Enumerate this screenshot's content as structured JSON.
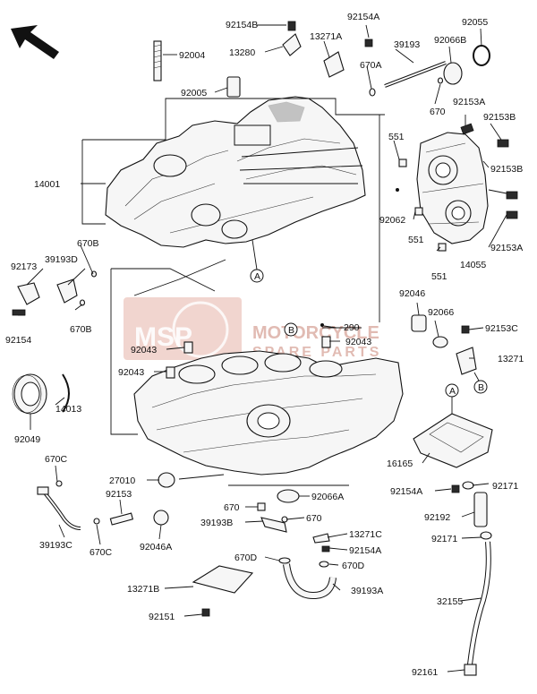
{
  "watermark": {
    "brand": "MSP",
    "line1": "MOTORCYCLE",
    "line2": "SPARE PARTS",
    "color": "#d8a59a"
  },
  "markers": {
    "A": "A",
    "B": "B"
  },
  "labels": {
    "p92154B_top": "92154B",
    "p92154A_top": "92154A",
    "p92055": "92055",
    "p13271A": "13271A",
    "p92004": "92004",
    "p13280": "13280",
    "p39193": "39193",
    "p92066B": "92066B",
    "p670A": "670A",
    "p92005": "92005",
    "p670_top": "670",
    "p92153A_top": "92153A",
    "p92153B_top": "92153B",
    "p551_top": "551",
    "p14001": "14001",
    "p92153B_mid": "92153B",
    "p92062": "92062",
    "p551_mid": "551",
    "p92153A_mid": "92153A",
    "p14055": "14055",
    "p551_bot": "551",
    "p670B_top": "670B",
    "p92173": "92173",
    "p39193D": "39193D",
    "p92154": "92154",
    "p670B_bot": "670B",
    "p92046": "92046",
    "p92066": "92066",
    "p290": "290",
    "p92043_r": "92043",
    "p92153C": "92153C",
    "p92043_l1": "92043",
    "p92043_l2": "92043",
    "p13271": "13271",
    "p14013": "14013",
    "p92049": "92049",
    "p16165": "16165",
    "p670C_top": "670C",
    "p27010": "27010",
    "p92154A_bot": "92154A",
    "p92171_top": "92171",
    "p92153": "92153",
    "p92066A": "92066A",
    "p670_mid": "670",
    "p39193B": "39193B",
    "p670_mid2": "670",
    "p92192": "92192",
    "p39193C": "39193C",
    "p670C_bot": "670C",
    "p92046A": "92046A",
    "p13271C": "13271C",
    "p92154A_mid": "92154A",
    "p92171_bot": "92171",
    "p670D_l": "670D",
    "p670D_r": "670D",
    "p13271B": "13271B",
    "p39193A": "39193A",
    "p32155": "32155",
    "p92151": "92151",
    "p92161": "92161"
  }
}
